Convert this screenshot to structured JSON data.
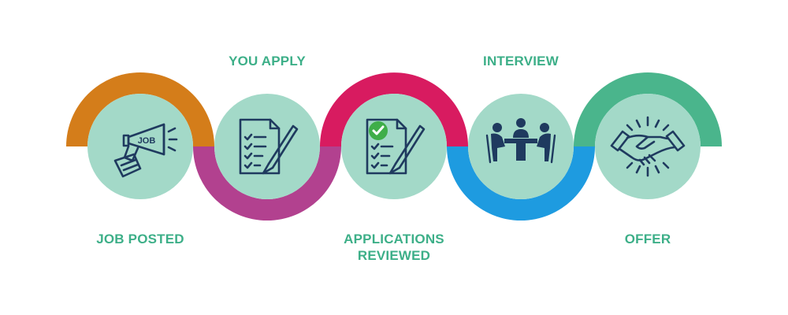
{
  "colors": {
    "circle_fill": "#a3d9c8",
    "icon_ink": "#1f3a5f",
    "label_text": "#3daf88",
    "check_badge": "#3fae49"
  },
  "steps": [
    {
      "label": "JOB POSTED",
      "icon": "megaphone-icon",
      "icon_text": "JOB",
      "arc_color": "#d47d1a",
      "arc_side": "top"
    },
    {
      "label": "YOU APPLY",
      "icon": "application-form-pen-icon",
      "arc_color": "#b2418f",
      "arc_side": "bottom"
    },
    {
      "label": "APPLICATIONS REVIEWED",
      "icon": "approved-form-pen-icon",
      "arc_color": "#d81b60",
      "arc_side": "top"
    },
    {
      "label": "INTERVIEW",
      "icon": "meeting-table-icon",
      "arc_color": "#1e9be0",
      "arc_side": "bottom"
    },
    {
      "label": "OFFER",
      "icon": "handshake-icon",
      "arc_color": "#4ab58c",
      "arc_side": "top"
    }
  ]
}
